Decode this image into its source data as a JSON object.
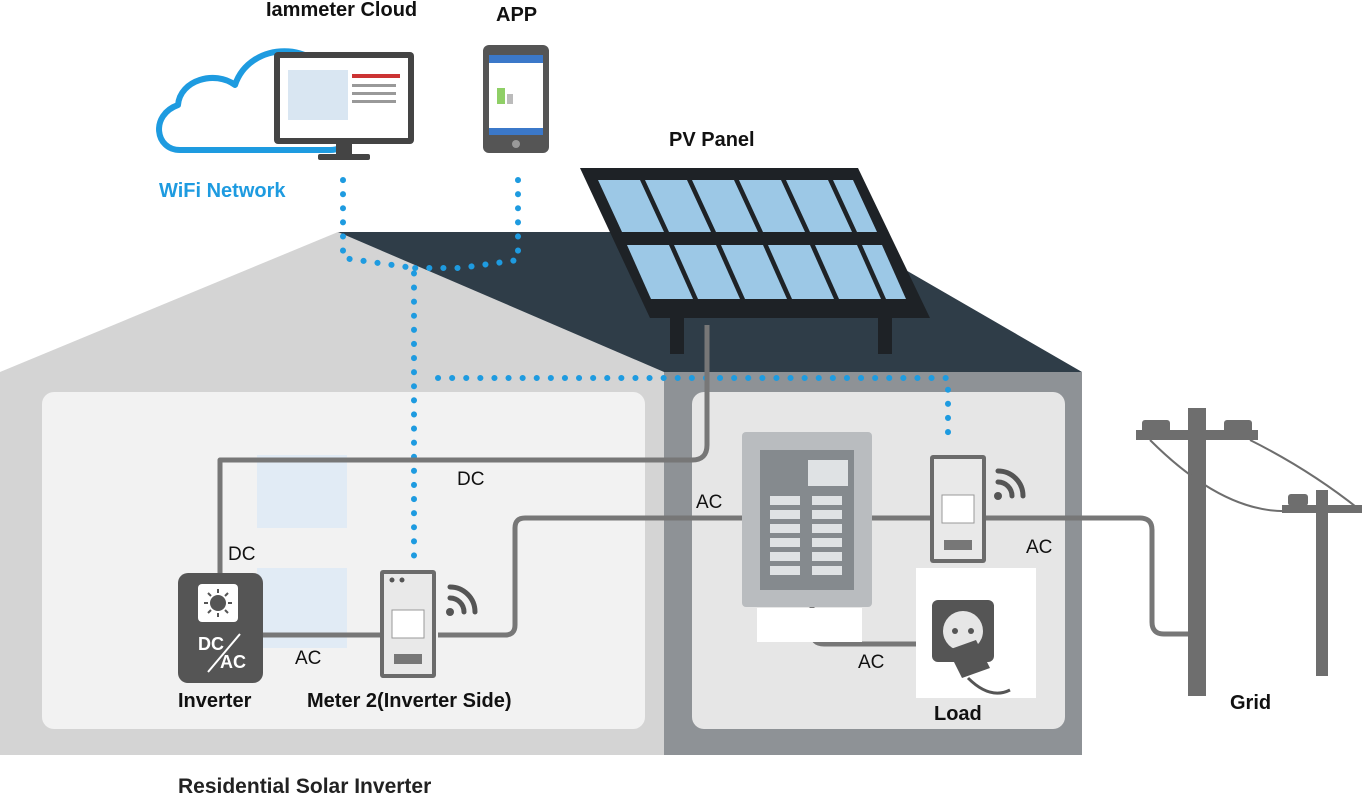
{
  "labels": {
    "cloud": "Iammeter Cloud",
    "app": "APP",
    "wifi": "WiFi Network",
    "pv_panel": "PV Panel",
    "dc_top": "DC",
    "dc_left": "DC",
    "ac_panel": "AC",
    "ac_grid": "AC",
    "ac_inverter": "AC",
    "ac_load": "AC",
    "inverter": "Inverter",
    "meter2": "Meter 2(Inverter Side)",
    "load": "Load",
    "grid": "Grid",
    "caption": "Residential Solar Inverter"
  },
  "inverter_symbol": {
    "dc": "DC",
    "ac": "AC"
  },
  "icons": [
    "cloud-icon",
    "monitor-icon",
    "phone-icon",
    "solar-panel",
    "house",
    "inverter-icon",
    "sun-icon",
    "meter-device-icon",
    "wifi-signal-icon",
    "breaker-panel-icon",
    "socket-icon",
    "plug-icon",
    "utility-pole-icon"
  ],
  "colors": {
    "wifi_blue": "#1e9be0",
    "wire_gray": "#777777",
    "roof_dark": "#2f3d48",
    "panel_cell": "#9cc8e6"
  }
}
